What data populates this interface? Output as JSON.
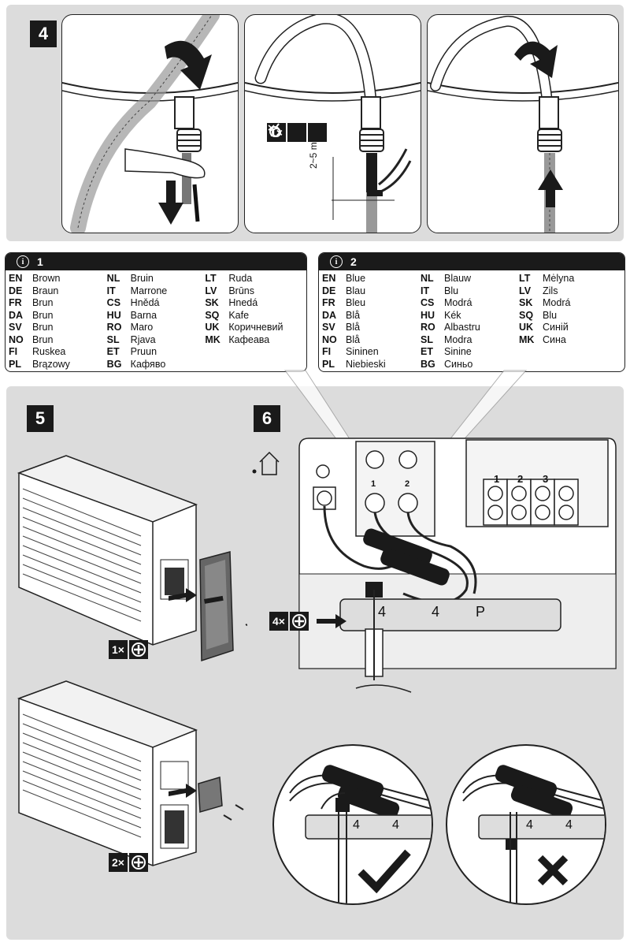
{
  "step4": {
    "number": "4",
    "panel_b_badge": {
      "count": "1×",
      "icons": [
        "cable-tie-icon",
        "cut-tie-icon"
      ]
    },
    "dimension_label": "2~5 mm"
  },
  "step5": {
    "number": "5",
    "badge_top": {
      "count": "1×",
      "icon": "screw-icon"
    },
    "badge_bottom": {
      "count": "2×",
      "icon": "screw-icon"
    }
  },
  "step6": {
    "number": "6",
    "location_icon": "indoor-house-icon",
    "badge": {
      "count": "4×",
      "icon": "screw-icon"
    },
    "terminal_labels": [
      "1",
      "2"
    ],
    "terminal_block_labels": [
      "1",
      "2",
      "3"
    ],
    "clamp_labels": [
      "4",
      "4",
      "P"
    ],
    "detail_labels": [
      "4",
      "4"
    ],
    "correct_icon": "check-mark-icon",
    "wrong_icon": "cross-mark-icon"
  },
  "legend1": {
    "number": "1",
    "columns": [
      [
        {
          "code": "EN",
          "text": "Brown"
        },
        {
          "code": "DE",
          "text": "Braun"
        },
        {
          "code": "FR",
          "text": "Brun"
        },
        {
          "code": "DA",
          "text": "Brun"
        },
        {
          "code": "SV",
          "text": "Brun"
        },
        {
          "code": "NO",
          "text": "Brun"
        },
        {
          "code": "FI",
          "text": "Ruskea"
        },
        {
          "code": "PL",
          "text": "Brązowy"
        }
      ],
      [
        {
          "code": "NL",
          "text": "Bruin"
        },
        {
          "code": "IT",
          "text": "Marrone"
        },
        {
          "code": "CS",
          "text": "Hnědá"
        },
        {
          "code": "HU",
          "text": "Barna"
        },
        {
          "code": "RO",
          "text": "Maro"
        },
        {
          "code": "SL",
          "text": "Rjava"
        },
        {
          "code": "ET",
          "text": "Pruun"
        },
        {
          "code": "BG",
          "text": "Кафяво"
        }
      ],
      [
        {
          "code": "LT",
          "text": "Ruda"
        },
        {
          "code": "LV",
          "text": "Brūns"
        },
        {
          "code": "SK",
          "text": "Hnedá"
        },
        {
          "code": "SQ",
          "text": "Kafe"
        },
        {
          "code": "UK",
          "text": "Коричневий"
        },
        {
          "code": "MK",
          "text": "Кафеава"
        }
      ]
    ]
  },
  "legend2": {
    "number": "2",
    "columns": [
      [
        {
          "code": "EN",
          "text": "Blue"
        },
        {
          "code": "DE",
          "text": "Blau"
        },
        {
          "code": "FR",
          "text": "Bleu"
        },
        {
          "code": "DA",
          "text": "Blå"
        },
        {
          "code": "SV",
          "text": "Blå"
        },
        {
          "code": "NO",
          "text": "Blå"
        },
        {
          "code": "FI",
          "text": "Sininen"
        },
        {
          "code": "PL",
          "text": "Niebieski"
        }
      ],
      [
        {
          "code": "NL",
          "text": "Blauw"
        },
        {
          "code": "IT",
          "text": "Blu"
        },
        {
          "code": "CS",
          "text": "Modrá"
        },
        {
          "code": "HU",
          "text": "Kék"
        },
        {
          "code": "RO",
          "text": "Albastru"
        },
        {
          "code": "SL",
          "text": "Modra"
        },
        {
          "code": "ET",
          "text": "Sinine"
        },
        {
          "code": "BG",
          "text": "Синьо"
        }
      ],
      [
        {
          "code": "LT",
          "text": "Mėlyna"
        },
        {
          "code": "LV",
          "text": "Zils"
        },
        {
          "code": "SK",
          "text": "Modrá"
        },
        {
          "code": "SQ",
          "text": "Blu"
        },
        {
          "code": "UK",
          "text": "Синій"
        },
        {
          "code": "MK",
          "text": "Сина"
        }
      ]
    ]
  }
}
